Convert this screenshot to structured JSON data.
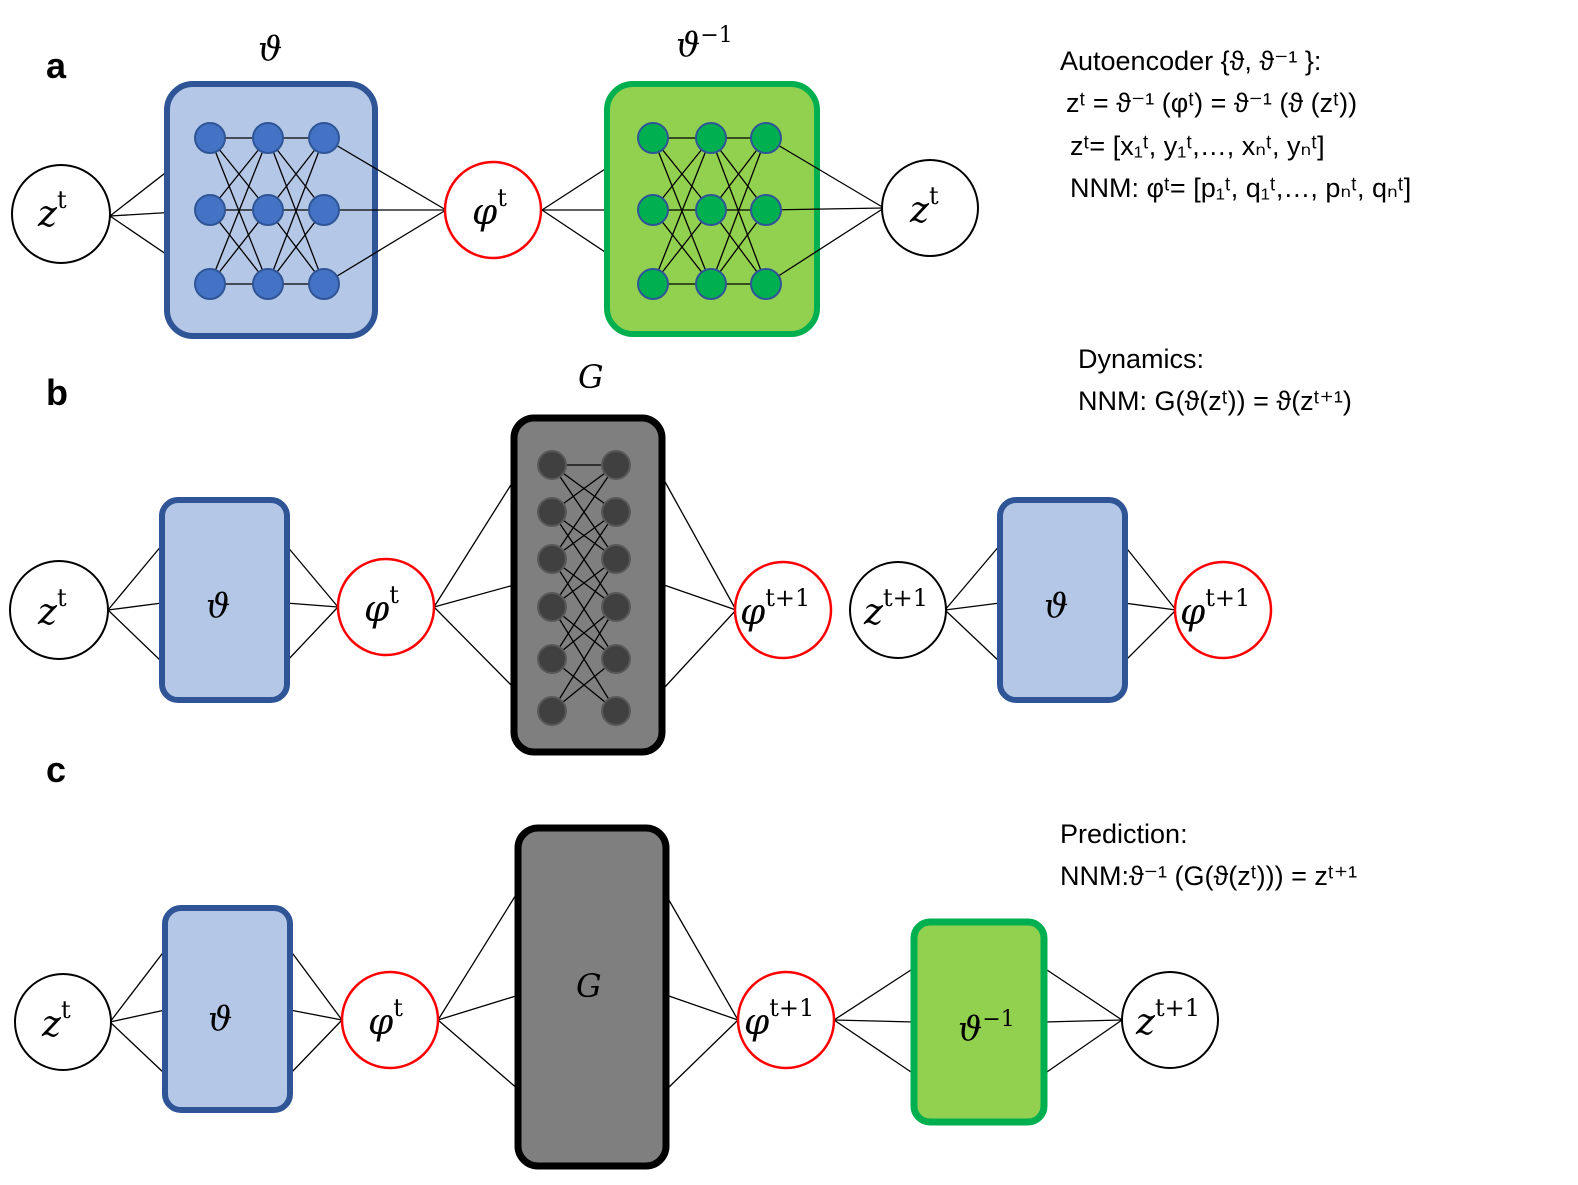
{
  "panels": {
    "a": "a",
    "b": "b",
    "c": "c"
  },
  "symbols": {
    "z": "z",
    "phi": "φ",
    "theta": "ϑ",
    "G": "G",
    "t": "t",
    "t1": "t+1",
    "minus1": "−1"
  },
  "annotations": {
    "a": [
      "Autoencoder {ϑ, ϑ⁻¹ }:",
      "zᵗ = ϑ⁻¹ (φᵗ) = ϑ⁻¹ (ϑ (zᵗ))",
      "zᵗ= [x₁ᵗ, y₁ᵗ,…, xₙᵗ, yₙᵗ]",
      "NNM: φᵗ= [p₁ᵗ, q₁ᵗ,…, pₙᵗ, qₙᵗ]"
    ],
    "b": [
      "Dynamics:",
      "NNM: G(ϑ(zᵗ)) = ϑ(zᵗ⁺¹)"
    ],
    "c": [
      "Prediction:",
      "NNM:ϑ⁻¹ (G(ϑ(zᵗ))) = zᵗ⁺¹"
    ]
  },
  "colors": {
    "encoder_fill": "#b4c7e7",
    "encoder_border": "#2f5597",
    "encoder_neuron": "#4472c4",
    "decoder_fill": "#92d050",
    "decoder_border": "#00b050",
    "decoder_neuron": "#00b050",
    "dynamics_fill": "#7f7f7f",
    "dynamics_border": "#000000",
    "dynamics_neuron": "#404040",
    "latent_border": "#ff0000",
    "state_border": "#000000"
  }
}
